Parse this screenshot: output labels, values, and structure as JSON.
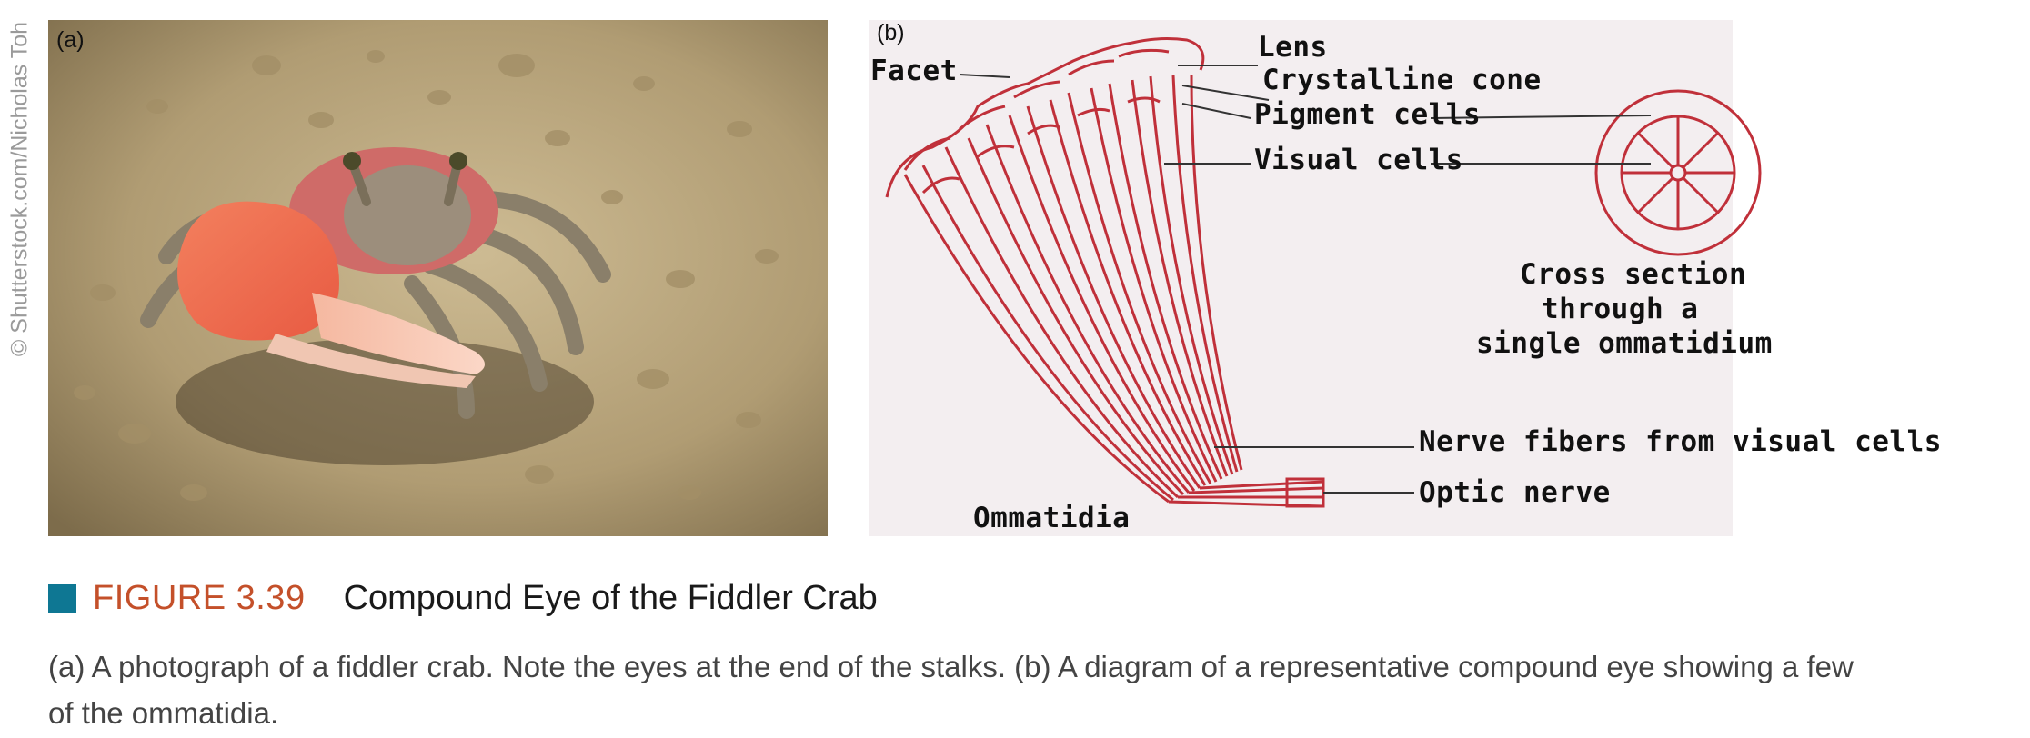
{
  "credit": "© Shutterstock.com/Nicholas Toh",
  "photo": {
    "label": "(a)"
  },
  "diagram": {
    "label": "(b)",
    "labels": {
      "facet": "Facet",
      "lens": "Lens",
      "crystalline_cone": "Crystalline cone",
      "pigment_cells": "Pigment cells",
      "visual_cells": "Visual cells",
      "cross_section_line1": "Cross section",
      "cross_section_line2": "through a",
      "cross_section_line3": "single ommatidium",
      "nerve_fibers": "Nerve fibers from visual cells",
      "optic_nerve": "Optic nerve",
      "ommatidia": "Ommatidia"
    }
  },
  "figure": {
    "number": "FIGURE 3.39",
    "title": "Compound Eye of the Fiddler Crab",
    "caption": "(a) A photograph of a fiddler crab. Note the eyes at the end of the stalks. (b) A diagram of a representative compound eye showing a few of the ommatidia."
  },
  "colors": {
    "accent_square": "#0e7793",
    "figure_number": "#c4502a",
    "diagram_red": "#c0303a"
  }
}
